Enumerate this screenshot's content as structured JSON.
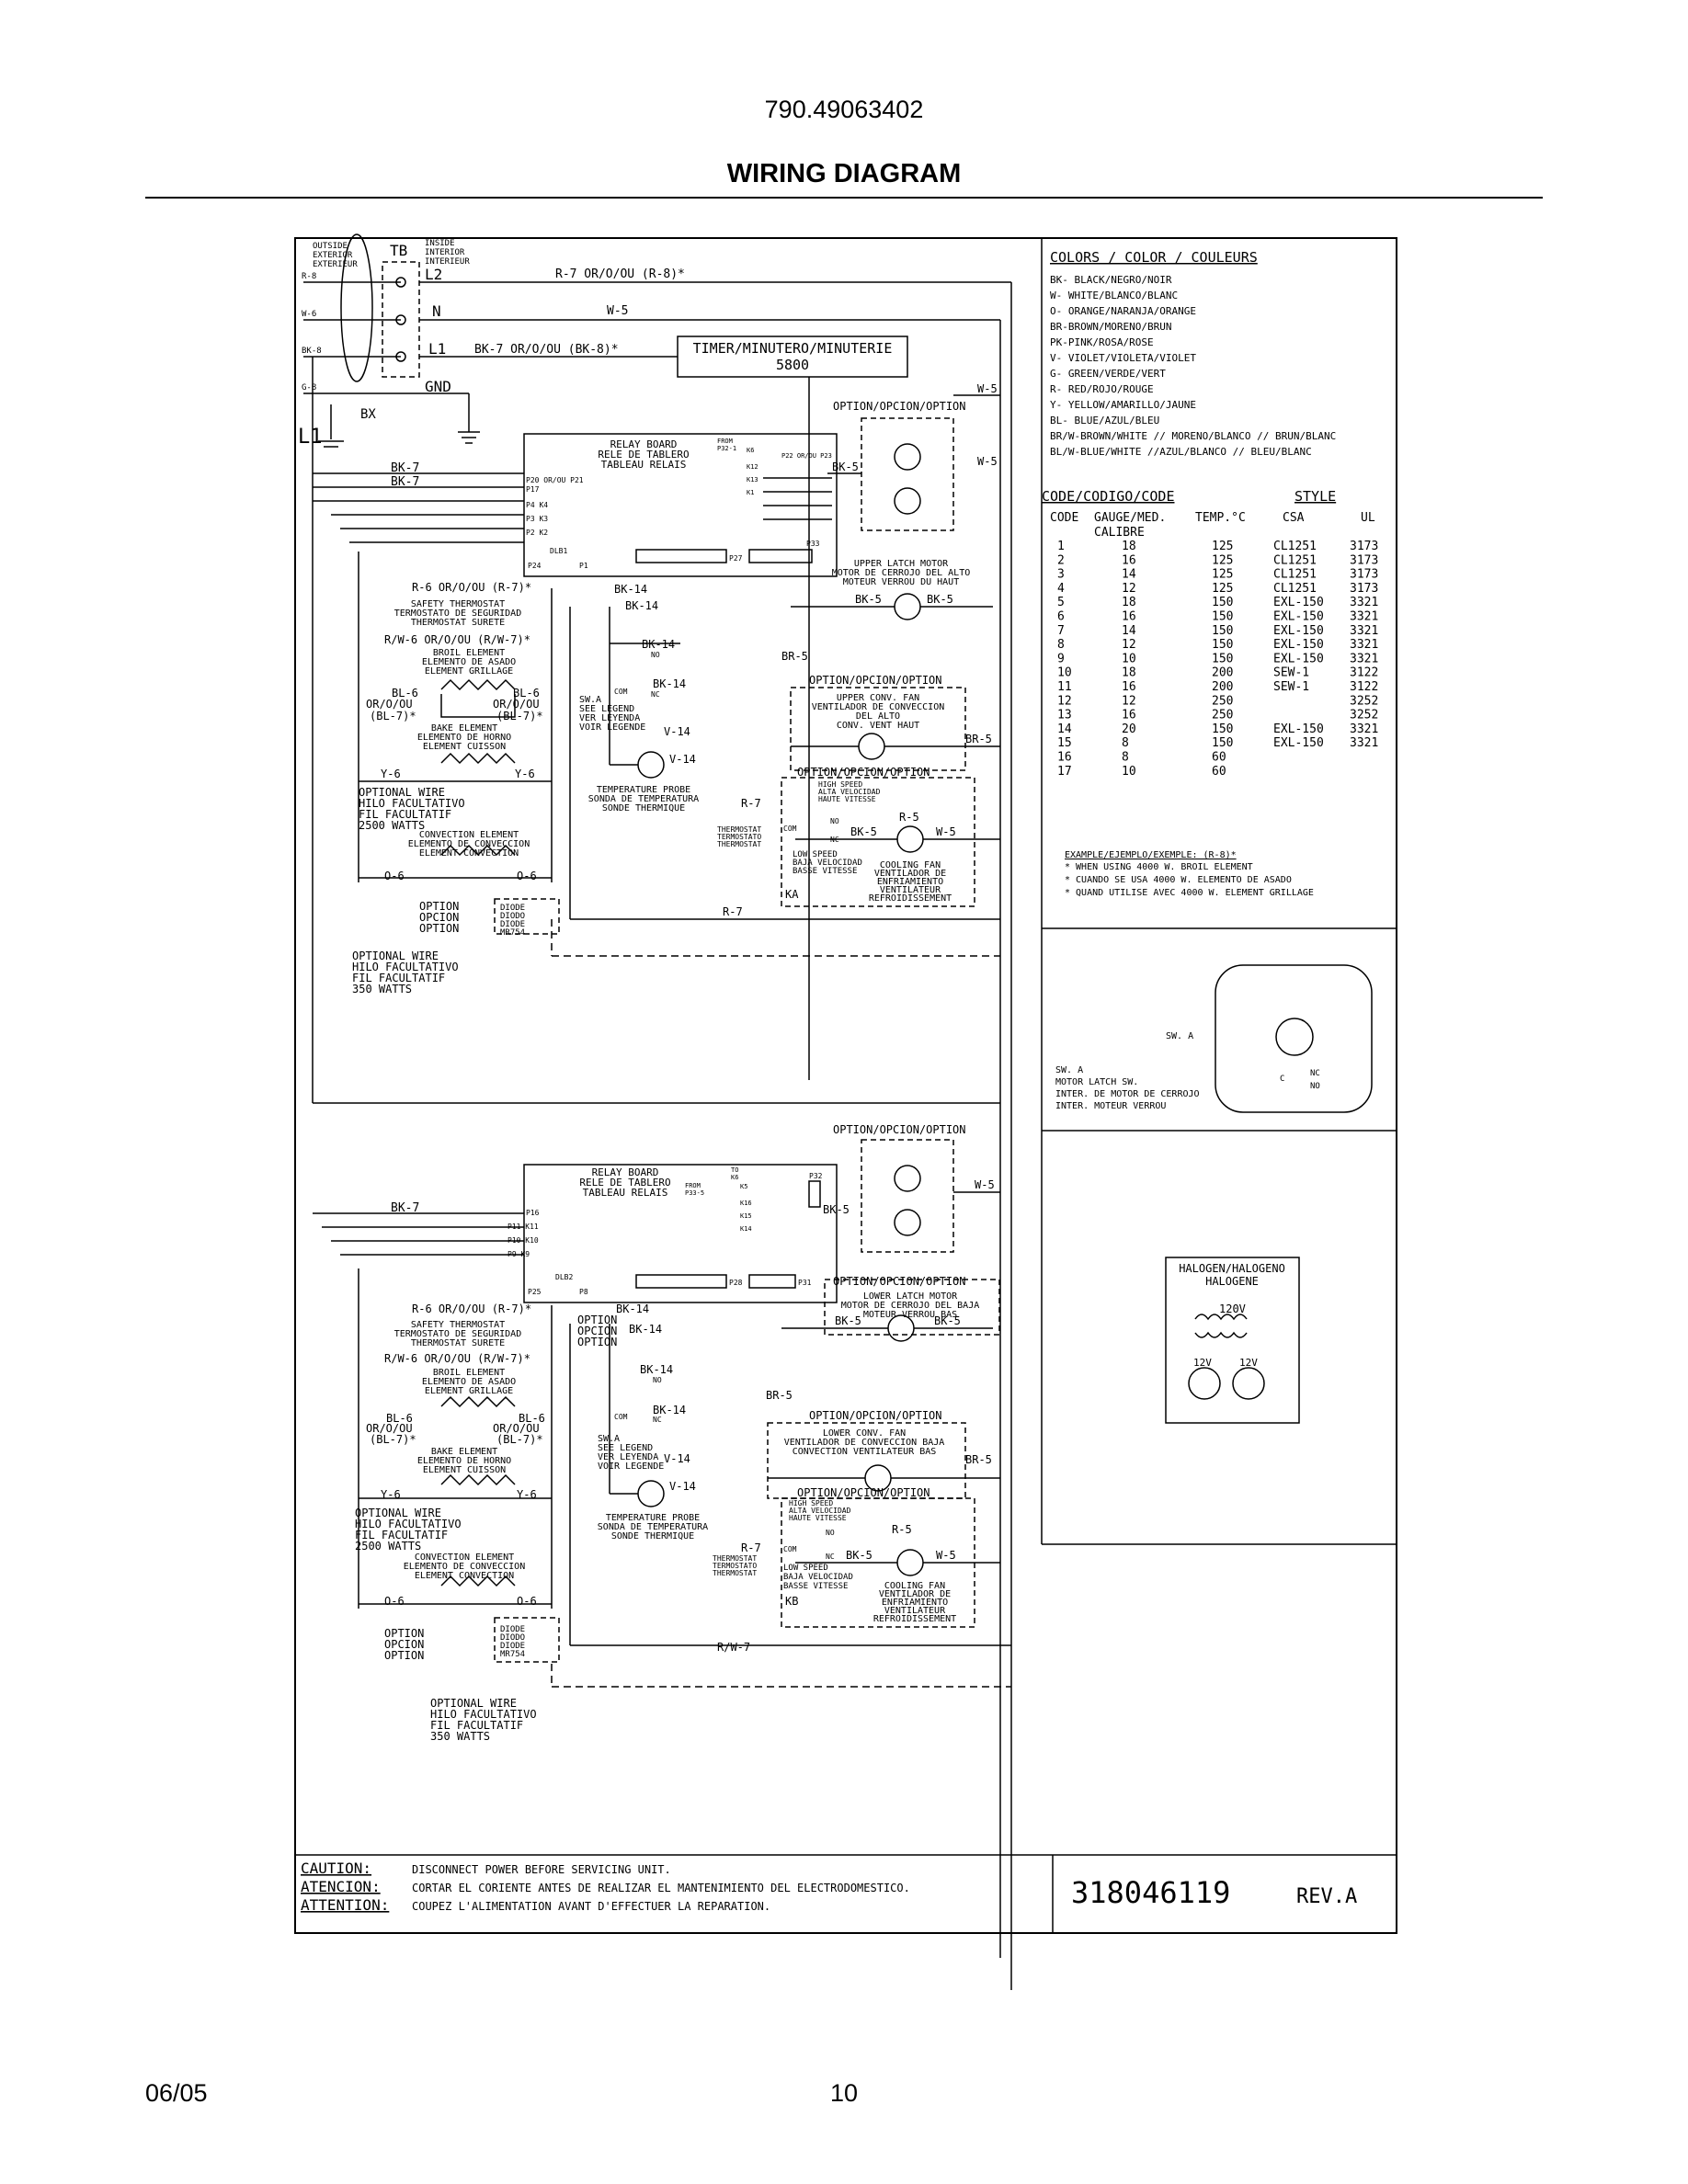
{
  "header": {
    "model": "790.49063402",
    "title": "WIRING DIAGRAM"
  },
  "terminal_block": {
    "outside_label": [
      "OUTSIDE",
      "EXTERIOR",
      "EXTERIEUR"
    ],
    "inside_label": [
      "INSIDE",
      "INTERIOR",
      "INTERIEUR"
    ],
    "tb": "TB",
    "terminals": [
      "L2",
      "N",
      "L1",
      "GND"
    ],
    "bx": "BX",
    "l1": "L1",
    "wire_tags": [
      "R-8",
      "W-6",
      "BK-8",
      "G-8"
    ]
  },
  "wires_top": {
    "r7": "R-7 OR/O/OU (R-8)*",
    "w5": "W-5",
    "bk7_l1": "BK-7 OR/O/OU (BK-8)*"
  },
  "timer": {
    "line1": "TIMER/MINUTERO/MINUTERIE",
    "line2": "5800"
  },
  "upper": {
    "relay_board": [
      "RELAY BOARD",
      "RELE DE TABLERO",
      "TABLEAU RELAIS"
    ],
    "bk7": "BK-7",
    "pins": [
      "P20 OR/OU P21",
      "P17",
      "P4 K4",
      "P3 K3",
      "P2 K2"
    ],
    "dlb": "DLB1",
    "p24": "P24",
    "p1": "P1",
    "p27": "P27",
    "p33": "P33",
    "p22": "P22 OR/OU P23",
    "from": [
      "FROM",
      "P32-1"
    ],
    "k_labels": [
      "K6",
      "K12",
      "K13",
      "K1"
    ],
    "safety": [
      "R-6 OR/O/OU (R-7)*",
      "SAFETY THERMOSTAT",
      "TERMOSTATO DE SEGURIDAD",
      "THERMOSTAT SURETE"
    ],
    "broil": [
      "R/W-6 OR/O/OU (R/W-7)*",
      "BROIL ELEMENT",
      "ELEMENTO DE ASADO",
      "ELEMENT GRILLAGE"
    ],
    "bake": [
      "BL-6",
      "OR/O/OU",
      "(BL-7)*",
      "BAKE ELEMENT",
      "ELEMENTO DE HORNO",
      "ELEMENT CUISSON"
    ],
    "y6": "Y-6",
    "optional_wire": [
      "OPTIONAL WIRE",
      "HILO FACULTATIVO",
      "FIL FACULTATIF",
      "2500 WATTS"
    ],
    "convection": [
      "CONVECTION ELEMENT",
      "ELEMENTO DE CONVECCION",
      "ELEMENT CONVECTION"
    ],
    "o6": "O-6",
    "option_diode": [
      "OPTION",
      "OPCION",
      "OPTION"
    ],
    "diode": [
      "DIODE",
      "DIODO",
      "DIODE",
      "MR754"
    ],
    "optional_350": [
      "OPTIONAL WIRE",
      "HILO FACULTATIVO",
      "FIL FACULTATIF",
      "350 WATTS"
    ],
    "bk14": "BK-14",
    "no": "NO",
    "nc": "NC",
    "com": "COM",
    "swa": [
      "SW.A",
      "SEE LEGEND",
      "VER LEYENDA",
      "VOIR LEGENDE"
    ],
    "v14": "V-14",
    "probe": [
      "TEMPERATURE PROBE",
      "SONDA DE TEMPERATURA",
      "SONDE THERMIQUE"
    ],
    "option_lamps": "OPTION/OPCION/OPTION",
    "bk5": "BK-5",
    "latch": [
      "UPPER LATCH MOTOR",
      "MOTOR DE CERROJO DEL ALTO",
      "MOTEUR VERROU DU HAUT"
    ],
    "br5": "BR-5",
    "conv_fan": [
      "UPPER CONV. FAN",
      "VENTILADOR DE CONVECCION",
      "DEL ALTO",
      "CONV. VENT HAUT"
    ],
    "high_speed": [
      "HIGH SPEED",
      "ALTA VELOCIDAD",
      "HAUTE VITESSE"
    ],
    "r5": "R-5",
    "r7": "R-7",
    "thermostat": [
      "THERMOSTAT",
      "TERMOSTATO",
      "THERMOSTAT"
    ],
    "low_speed": [
      "LOW SPEED",
      "BAJA VELOCIDAD",
      "BASSE VITESSE"
    ],
    "cooling": [
      "COOLING FAN",
      "VENTILADOR DE",
      "ENFRIAMIENTO",
      "VENTILATEUR",
      "REFROIDISSEMENT"
    ],
    "ka": "KA"
  },
  "lower": {
    "relay_board": [
      "RELAY BOARD",
      "RELE DE TABLERO",
      "TABLEAU RELAIS"
    ],
    "bk7": "BK-7",
    "pins": [
      "P16",
      "P11 K11",
      "P10 K10",
      "P9 K9"
    ],
    "to": [
      "TO",
      "K6"
    ],
    "from": [
      "FROM",
      "P33-5"
    ],
    "k_labels": [
      "K5",
      "K16",
      "K15",
      "K14"
    ],
    "p32": "P32",
    "dlb": "DLB2",
    "p25": "P25",
    "p8": "P8",
    "p28": "P28",
    "p31": "P31",
    "latch": [
      "LOWER LATCH MOTOR",
      "MOTOR DE CERROJO DEL BAJA",
      "MOTEUR VERROU BAS"
    ],
    "conv_fan": [
      "LOWER CONV. FAN",
      "VENTILADOR DE CONVECCION BAJA",
      "CONVECTION VENTILATEUR BAS"
    ],
    "kb": "KB",
    "rw7": "R/W-7"
  },
  "legend": {
    "colors_title": "COLORS / COLOR / COULEURS",
    "colors": [
      "BK- BLACK/NEGRO/NOIR",
      "W- WHITE/BLANCO/BLANC",
      "O- ORANGE/NARANJA/ORANGE",
      "BR-BROWN/MORENO/BRUN",
      "PK-PINK/ROSA/ROSE",
      "V- VIOLET/VIOLETA/VIOLET",
      "G- GREEN/VERDE/VERT",
      "R- RED/ROJO/ROUGE",
      "Y- YELLOW/AMARILLO/JAUNE",
      "BL- BLUE/AZUL/BLEU",
      "BR/W-BROWN/WHITE // MORENO/BLANCO // BRUN/BLANC",
      "BL/W-BLUE/WHITE //AZUL/BLANCO // BLEU/BLANC"
    ],
    "code_title": "CODE/CODIGO/CODE",
    "style_title": "STYLE",
    "code_headers": [
      "CODE",
      "GAUGE/MED.",
      "TEMP.°C",
      "CSA",
      "UL"
    ],
    "calibre": "CALIBRE",
    "codes": [
      [
        "1",
        "18",
        "125",
        "CL1251",
        "3173"
      ],
      [
        "2",
        "16",
        "125",
        "CL1251",
        "3173"
      ],
      [
        "3",
        "14",
        "125",
        "CL1251",
        "3173"
      ],
      [
        "4",
        "12",
        "125",
        "CL1251",
        "3173"
      ],
      [
        "5",
        "18",
        "150",
        "EXL-150",
        "3321"
      ],
      [
        "6",
        "16",
        "150",
        "EXL-150",
        "3321"
      ],
      [
        "7",
        "14",
        "150",
        "EXL-150",
        "3321"
      ],
      [
        "8",
        "12",
        "150",
        "EXL-150",
        "3321"
      ],
      [
        "9",
        "10",
        "150",
        "EXL-150",
        "3321"
      ],
      [
        "10",
        "18",
        "200",
        "SEW-1",
        "3122"
      ],
      [
        "11",
        "16",
        "200",
        "SEW-1",
        "3122"
      ],
      [
        "12",
        "12",
        "250",
        "",
        "3252"
      ],
      [
        "13",
        "16",
        "250",
        "",
        "3252"
      ],
      [
        "14",
        "20",
        "150",
        "EXL-150",
        "3321"
      ],
      [
        "15",
        "8",
        "150",
        "EXL-150",
        "3321"
      ],
      [
        "16",
        "8",
        "60",
        "",
        ""
      ],
      [
        "17",
        "10",
        "60",
        "",
        ""
      ]
    ],
    "example": [
      "EXAMPLE/EJEMPLO/EXEMPLE: (R-8)*",
      "* WHEN USING 4000 W. BROIL ELEMENT",
      "* CUANDO SE USA 4000 W. ELEMENTO DE ASADO",
      "* QUAND UTILISE AVEC 4000 W. ELEMENT GRILLAGE"
    ]
  },
  "switch_detail": {
    "sw_a": "SW. A",
    "desc": [
      "SW. A",
      "MOTOR LATCH SW.",
      "INTER. DE MOTOR DE CERROJO",
      "INTER. MOTEUR VERROU"
    ],
    "nc": "NC",
    "c": "C",
    "no": "NO"
  },
  "halogen": {
    "title": [
      "HALOGEN/HALOGENO",
      "HALOGENE"
    ],
    "v120": "120V",
    "v12a": "12V",
    "v12b": "12V"
  },
  "caution": {
    "labels": [
      "CAUTION:",
      "ATENCION:",
      "ATTENTION:"
    ],
    "lines": [
      "DISCONNECT POWER BEFORE SERVICING UNIT.",
      "CORTAR EL CORIENTE ANTES DE REALIZAR EL MANTENIMIENTO DEL ELECTRODOMESTICO.",
      "COUPEZ L'ALIMENTATION AVANT D'EFFECTUER LA REPARATION."
    ],
    "part_number": "318046119",
    "rev": "REV.A"
  },
  "footer": {
    "date": "06/05",
    "page": "10"
  }
}
